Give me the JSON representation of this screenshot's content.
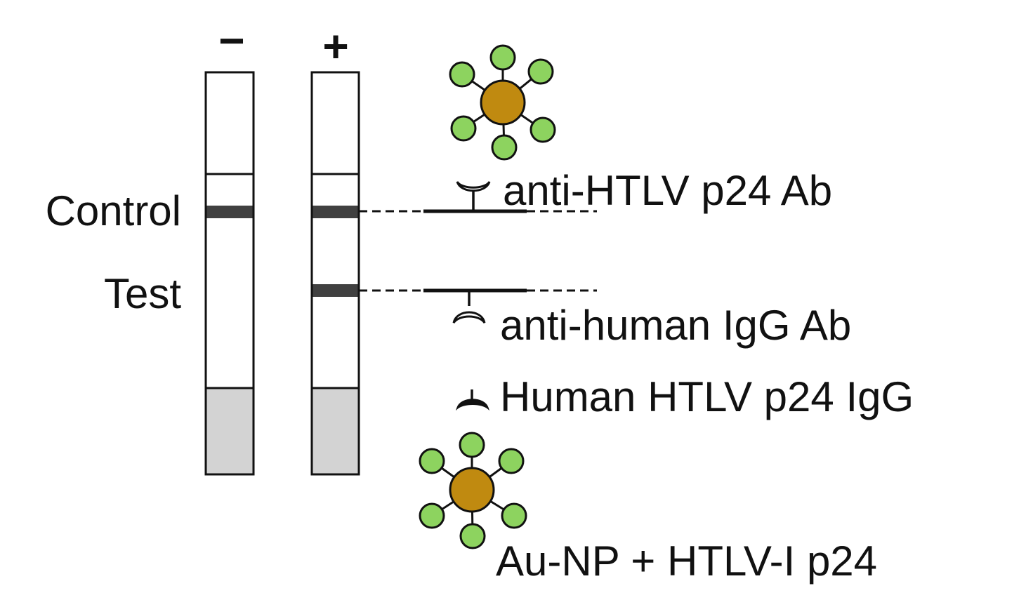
{
  "strips": {
    "negative_sign": "−",
    "positive_sign": "+"
  },
  "row_labels": {
    "control": "Control",
    "test": "Test"
  },
  "legend": {
    "anti_htlv_p24_ab": "anti-HTLV p24 Ab",
    "anti_human_igg_ab": "anti-human IgG Ab",
    "human_htlv_p24_igg": "Human HTLV p24 IgG",
    "aunp_htlv_p24": "Au-NP + HTLV-I p24"
  },
  "colors": {
    "nanoparticle_core": "#c08a10",
    "nanoparticle_antigen": "#8dd35f",
    "band": "#404040",
    "sample_pad": "#d3d3d3",
    "outline": "#111111"
  }
}
